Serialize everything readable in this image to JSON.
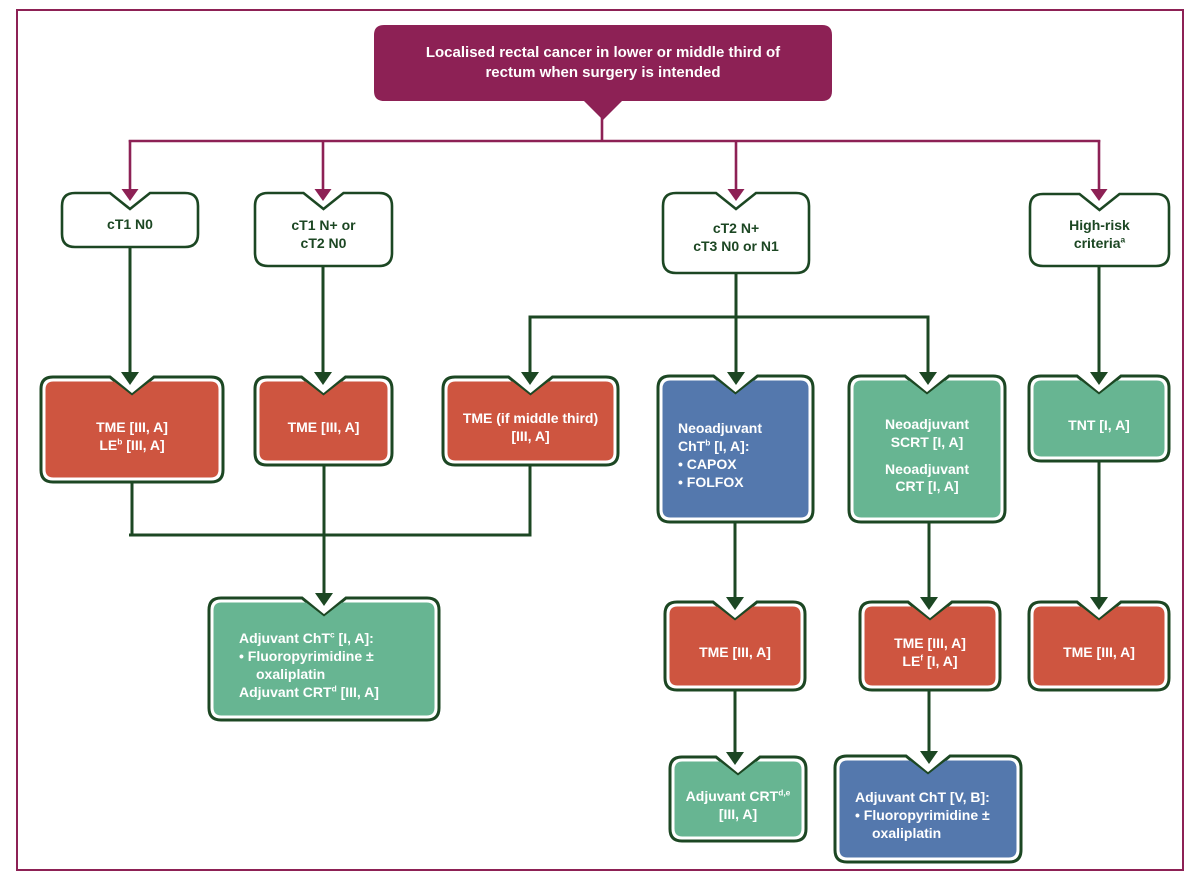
{
  "figure": {
    "type": "flowchart",
    "description": "Localised rectal cancer treatment algorithm"
  },
  "palette": {
    "maroon": "#8D2155",
    "dark_green": "#1C4723",
    "orange": "#CE5540",
    "blue": "#5478AD",
    "teal_green": "#67B592",
    "white": "#FFFFFF"
  },
  "nodes": [
    {
      "id": "title",
      "kind": "title",
      "lines": [
        {
          "seg": [
            {
              "t": "Localised rectal cancer in lower or middle third of"
            }
          ]
        },
        {
          "seg": [
            {
              "t": "rectum when surgery is intended"
            }
          ]
        }
      ]
    },
    {
      "id": "cond-ct1-n0",
      "kind": "outline",
      "lines": [
        {
          "seg": [
            {
              "t": "cT1 N0"
            }
          ]
        }
      ]
    },
    {
      "id": "cond-ct1-nplus-or-ct2-n0",
      "kind": "outline",
      "lines": [
        {
          "seg": [
            {
              "t": "cT1 N+ or"
            }
          ]
        },
        {
          "seg": [
            {
              "t": "cT2 N0"
            }
          ]
        }
      ]
    },
    {
      "id": "cond-ct2-nplus-ct3",
      "kind": "outline",
      "lines": [
        {
          "seg": [
            {
              "t": "cT2 N+"
            }
          ]
        },
        {
          "seg": [
            {
              "t": "cT3 N0 or N1"
            }
          ]
        }
      ]
    },
    {
      "id": "cond-high-risk",
      "kind": "outline",
      "lines": [
        {
          "seg": [
            {
              "t": "High-risk"
            }
          ]
        },
        {
          "seg": [
            {
              "t": "criteria"
            },
            {
              "t": "a",
              "sup": true
            }
          ]
        }
      ]
    },
    {
      "id": "tme-le",
      "kind": "orange",
      "lines": [
        {
          "seg": [
            {
              "t": "TME [III, A]"
            }
          ]
        },
        {
          "seg": [
            {
              "t": "LE"
            },
            {
              "t": "b",
              "sup": true
            },
            {
              "t": " [III, A]"
            }
          ]
        }
      ]
    },
    {
      "id": "tme-1",
      "kind": "orange",
      "lines": [
        {
          "seg": [
            {
              "t": "TME [III, A]"
            }
          ]
        }
      ]
    },
    {
      "id": "tme-middle-third",
      "kind": "orange",
      "lines": [
        {
          "seg": [
            {
              "t": "TME (if middle third)"
            }
          ]
        },
        {
          "seg": [
            {
              "t": "[III, A]"
            }
          ]
        }
      ]
    },
    {
      "id": "neoadjuvant-cht",
      "kind": "blue",
      "align": "left",
      "lines": [
        {
          "seg": [
            {
              "t": "Neoadjuvant"
            }
          ]
        },
        {
          "seg": [
            {
              "t": "ChT"
            },
            {
              "t": "b",
              "sup": true
            },
            {
              "t": " [I, A]:"
            }
          ]
        },
        {
          "seg": [
            {
              "t": "• CAPOX"
            }
          ]
        },
        {
          "seg": [
            {
              "t": "• FOLFOX"
            }
          ]
        }
      ]
    },
    {
      "id": "neoadjuvant-scrt-crt",
      "kind": "green",
      "lines": [
        {
          "seg": [
            {
              "t": "Neoadjuvant"
            }
          ]
        },
        {
          "seg": [
            {
              "t": "SCRT [I, A]"
            }
          ]
        },
        {
          "seg": [
            {
              "t": "Neoadjuvant"
            }
          ],
          "gap": true
        },
        {
          "seg": [
            {
              "t": "CRT [I, A]"
            }
          ]
        }
      ]
    },
    {
      "id": "tnt",
      "kind": "green",
      "lines": [
        {
          "seg": [
            {
              "t": "TNT [I, A]"
            }
          ]
        }
      ]
    },
    {
      "id": "adjuvant-cht",
      "kind": "green",
      "align": "left",
      "lines": [
        {
          "seg": [
            {
              "t": "Adjuvant ChT"
            },
            {
              "t": "c",
              "sup": true
            },
            {
              "t": " [I, A]:"
            }
          ]
        },
        {
          "seg": [
            {
              "t": "• Fluoropyrimidine ±"
            }
          ]
        },
        {
          "seg": [
            {
              "t": "oxaliplatin"
            }
          ],
          "indent": true
        },
        {
          "seg": [
            {
              "t": "Adjuvant CRT"
            },
            {
              "t": "d",
              "sup": true
            },
            {
              "t": " [III, A]"
            }
          ]
        }
      ]
    },
    {
      "id": "tme-2",
      "kind": "orange",
      "lines": [
        {
          "seg": [
            {
              "t": "TME [III, A]"
            }
          ]
        }
      ]
    },
    {
      "id": "tme-le-f",
      "kind": "orange",
      "lines": [
        {
          "seg": [
            {
              "t": "TME [III, A]"
            }
          ]
        },
        {
          "seg": [
            {
              "t": "LE"
            },
            {
              "t": "f",
              "sup": true
            },
            {
              "t": " [I, A]"
            }
          ]
        }
      ]
    },
    {
      "id": "tme-3",
      "kind": "orange",
      "lines": [
        {
          "seg": [
            {
              "t": "TME [III, A]"
            }
          ]
        }
      ]
    },
    {
      "id": "adjuvant-crt-de",
      "kind": "green",
      "lines": [
        {
          "seg": [
            {
              "t": "Adjuvant CRT"
            },
            {
              "t": "d,e",
              "sup": true
            }
          ]
        },
        {
          "seg": [
            {
              "t": "[III, A]"
            }
          ]
        }
      ]
    },
    {
      "id": "adjuvant-cht-vb",
      "kind": "blue",
      "align": "left",
      "lines": [
        {
          "seg": [
            {
              "t": "Adjuvant ChT [V, B]:"
            }
          ]
        },
        {
          "seg": [
            {
              "t": "• Fluoropyrimidine ±"
            }
          ]
        },
        {
          "seg": [
            {
              "t": "oxaliplatin"
            }
          ],
          "indent": true
        }
      ]
    }
  ]
}
